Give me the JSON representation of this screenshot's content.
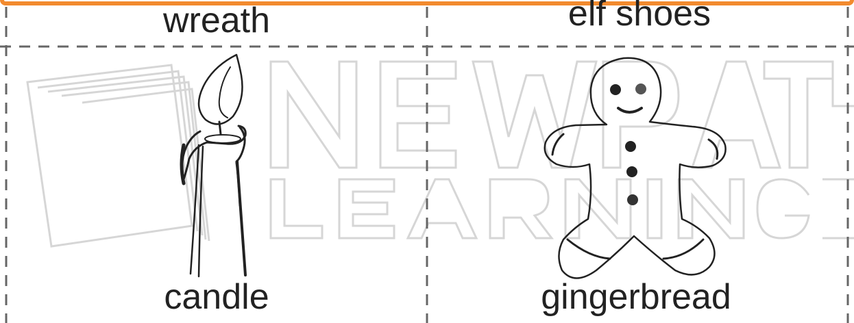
{
  "cards": {
    "top_left": {
      "label": "wreath"
    },
    "top_right": {
      "label": "elf shoes"
    },
    "bottom_left": {
      "label": "candle"
    },
    "bottom_right": {
      "label": "gingerbread"
    }
  },
  "watermark": {
    "line1": "NEW PATH",
    "line2": "LEARNING"
  },
  "colors": {
    "border_accent": "#f28a2e",
    "dash_line": "#666666",
    "text": "#222222",
    "watermark": "#d8d8d8"
  }
}
